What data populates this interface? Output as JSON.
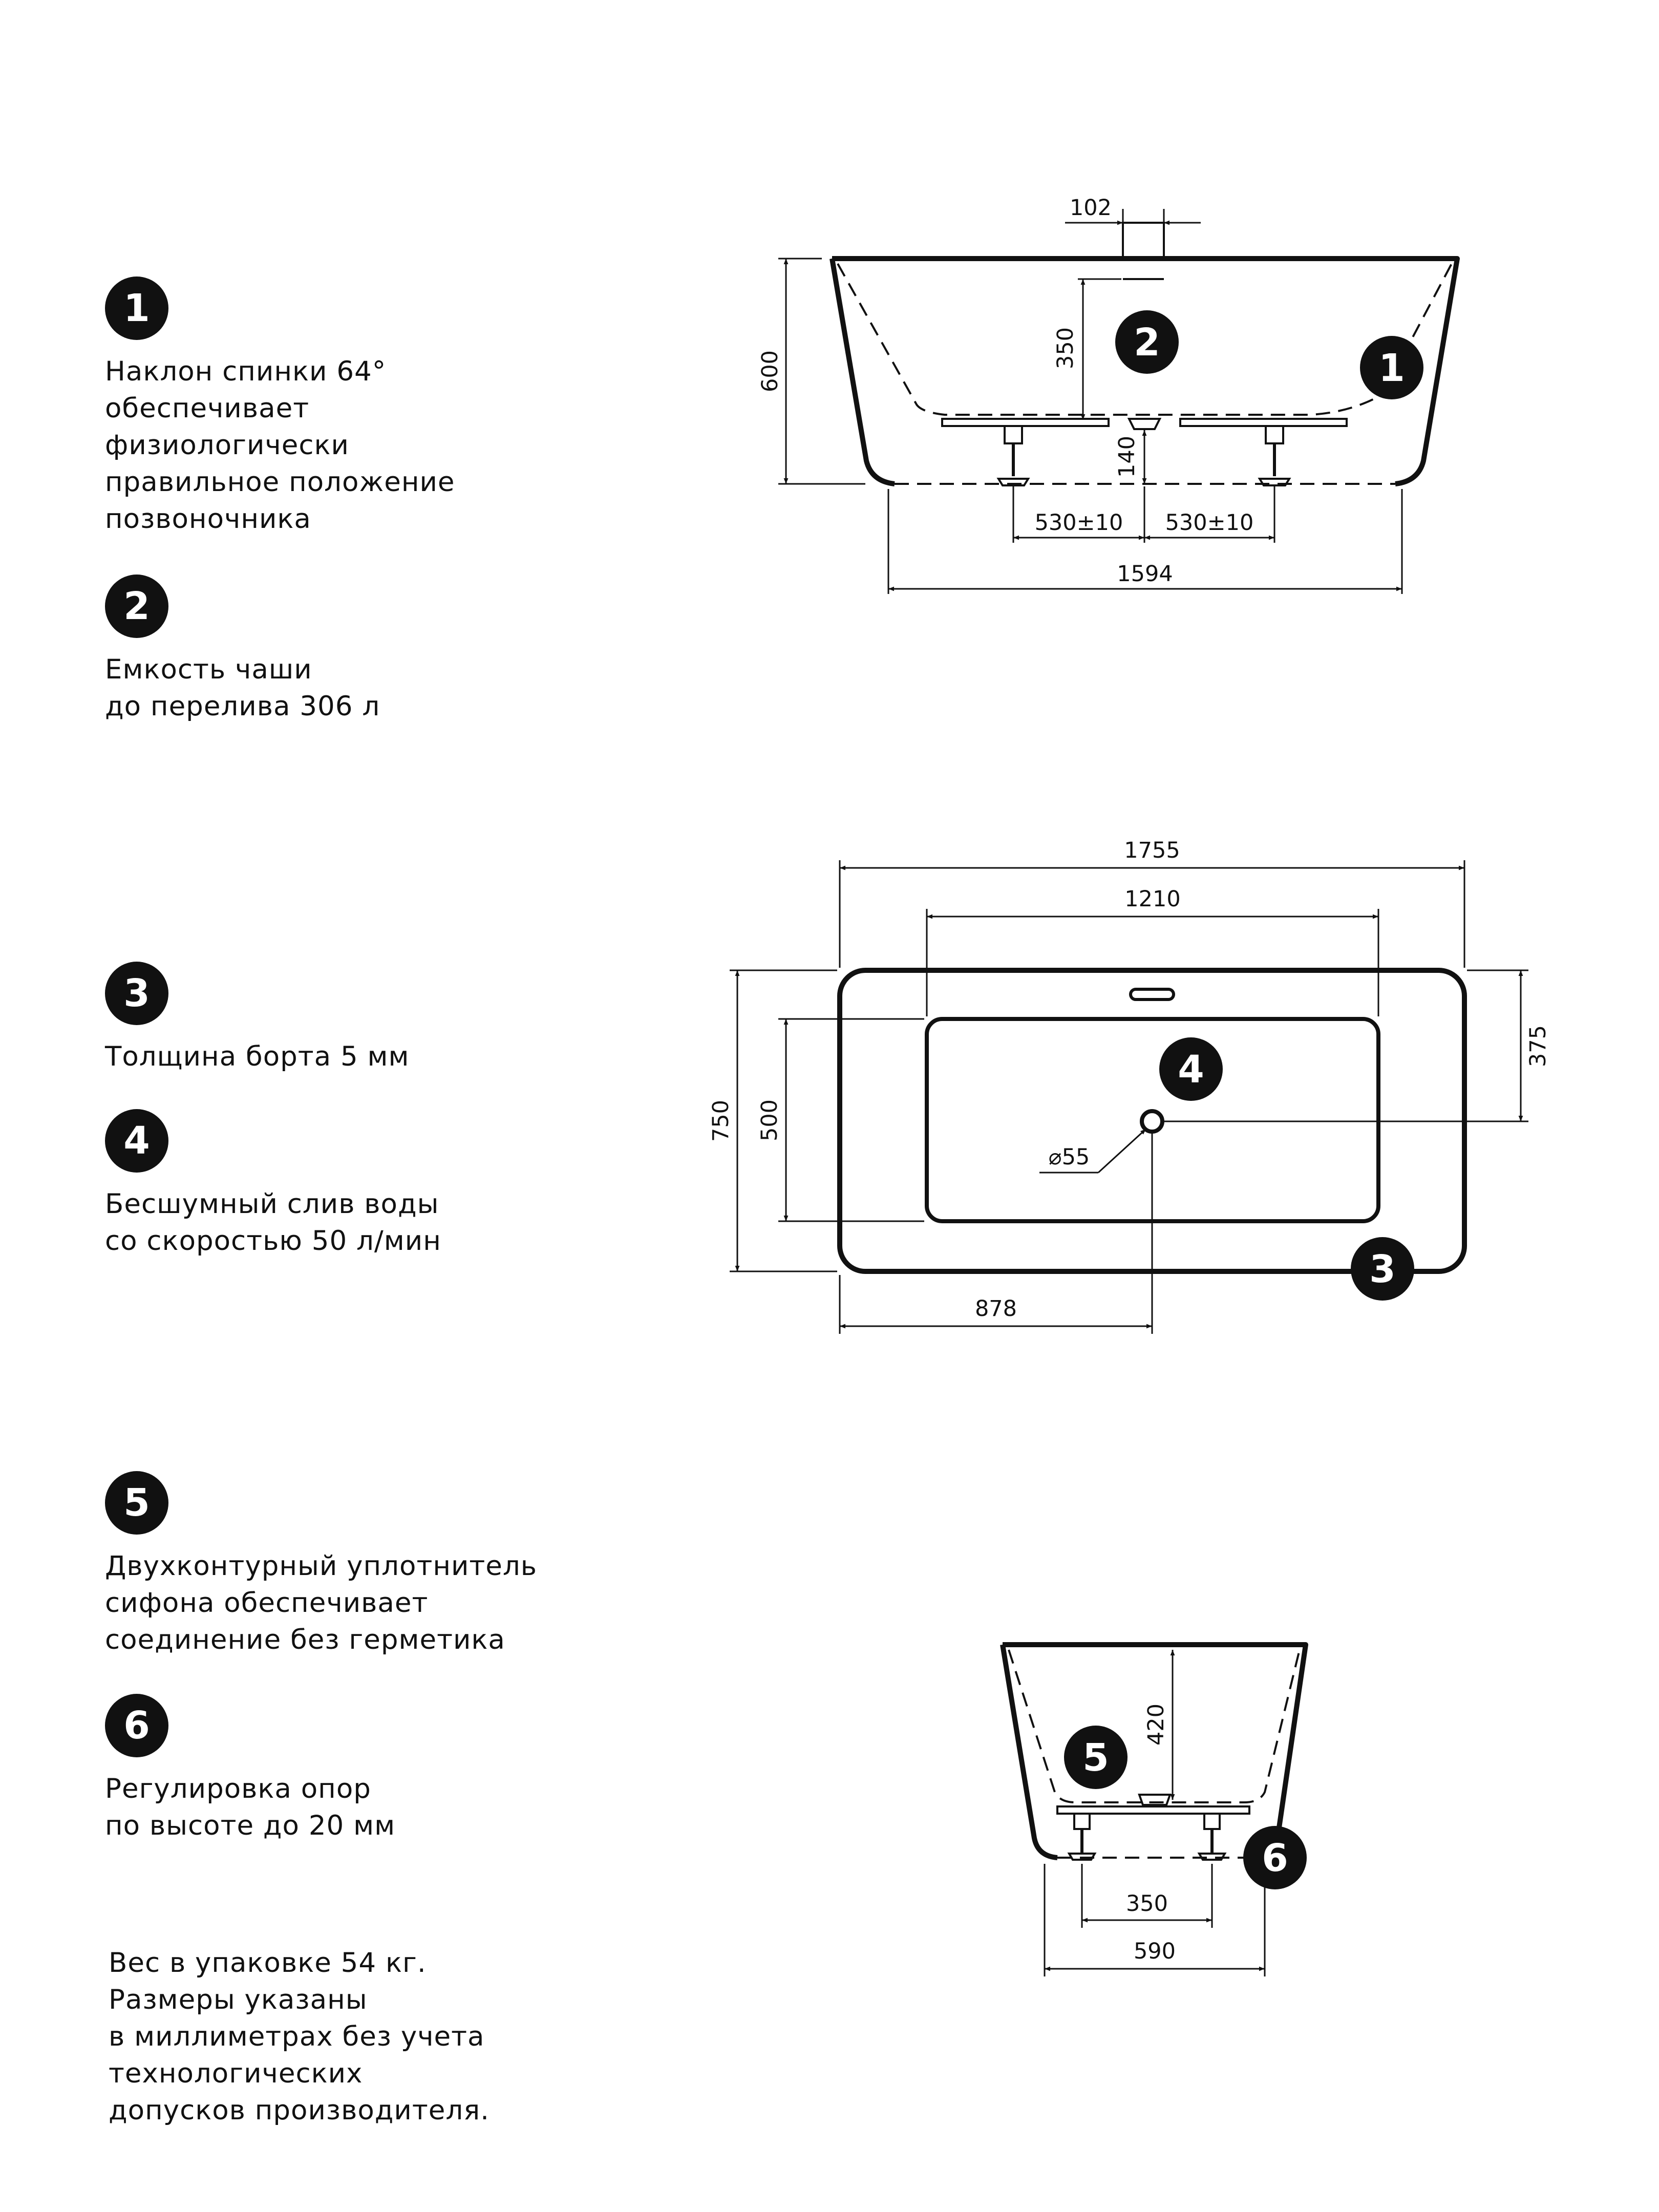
{
  "features": [
    {
      "number": "1",
      "text": "Наклон спинки 64°\nобеспечивает\nфизиологически\nправильное положение\nпозвоночника"
    },
    {
      "number": "2",
      "text": "Емкость чаши\nдо перелива 306 л"
    },
    {
      "number": "3",
      "text": "Толщина борта 5 мм"
    },
    {
      "number": "4",
      "text": "Бесшумный слив воды\nсо скоростью 50 л/мин"
    },
    {
      "number": "5",
      "text": "Двухконтурный уплотнитель\nсифона обеспечивает\nсоединение без герметика"
    },
    {
      "number": "6",
      "text": "Регулировка опор\nпо высоте до 20 мм"
    }
  ],
  "footnote": "Вес в упаковке 54 кг.\nРазмеры указаны\nв миллиметрах без учета\nтехнологических\nдопусков производителя.",
  "front_view": {
    "dim_overflow_width": "102",
    "dim_total_height": "600",
    "dim_bowl_depth": "350",
    "dim_leg_height": "140",
    "dim_leg_spacing_left": "530±10",
    "dim_leg_spacing_right": "530±10",
    "dim_bottom_length": "1594"
  },
  "top_view": {
    "dim_length": "1755",
    "dim_inner_length": "1210",
    "dim_width": "750",
    "dim_inner_width": "500",
    "dim_drain_offset": "375",
    "dim_drain_diameter": "⌀55",
    "dim_drain_distance": "878"
  },
  "side_view": {
    "dim_depth": "420",
    "dim_leg_spacing": "350",
    "dim_bottom_width": "590"
  }
}
